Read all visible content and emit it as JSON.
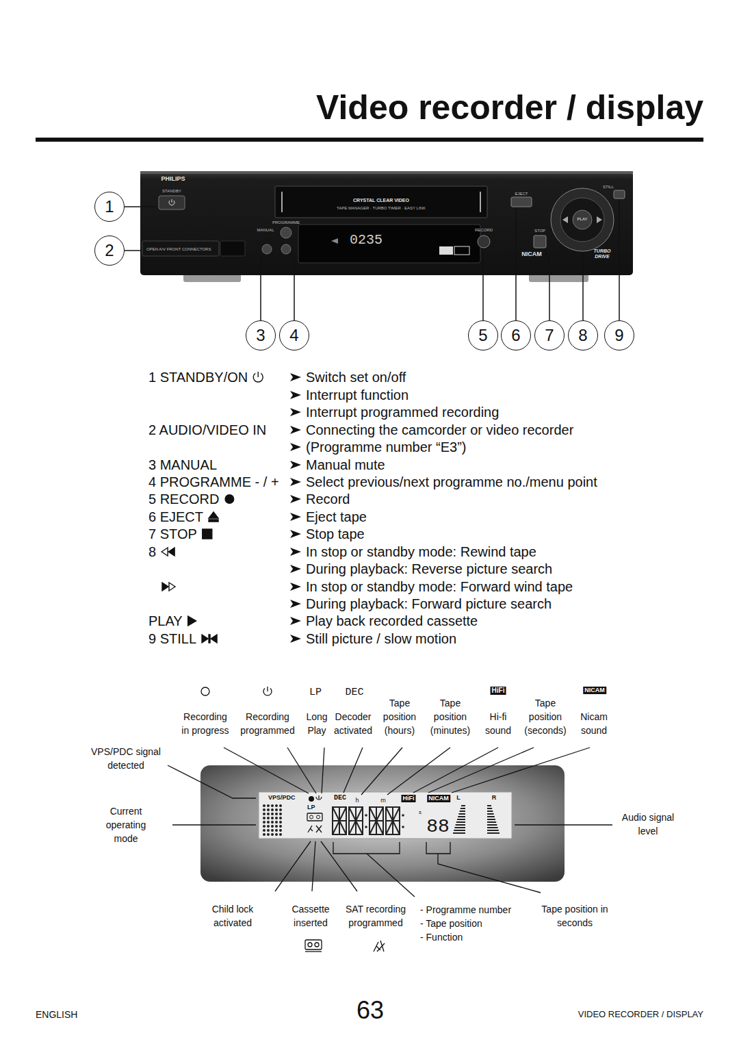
{
  "diagram": {
    "title": "Video recorder / display",
    "nodes": [
      {
        "text": [
          "1"
        ]
      },
      {
        "text": [
          "2"
        ]
      },
      {
        "text": [
          "3"
        ]
      },
      {
        "text": [
          "4"
        ]
      },
      {
        "text": [
          "5"
        ]
      },
      {
        "text": [
          "6"
        ]
      },
      {
        "text": [
          "7"
        ]
      },
      {
        "text": [
          "8"
        ]
      },
      {
        "text": [
          "9"
        ]
      }
    ],
    "edges": [],
    "labels": [
      "PHILIPS",
      "STANDBY",
      "CRYSTAL CLEAR VIDEO",
      "TAPE MANAGER · TURBO TIMER · EASY LINK",
      "PROGRAMME",
      "MANUAL",
      "0235",
      "RECORD",
      "EJECT",
      "STILL",
      "PLAY",
      "STOP",
      "NICAM",
      "TURBO DRIVE",
      "OPEN A/V FRONT CONNECTORS",
      "1 STANDBY/ON",
      "Switch set on/off",
      "Interrupt function",
      "Interrupt programmed recording",
      "2 AUDIO/VIDEO IN",
      "Connecting the camcorder or video recorder",
      "(Programme number “E3”)",
      "3 MANUAL",
      "Manual mute",
      "4 PROGRAMME - / +",
      "Select previous/next programme no./menu point",
      "5 RECORD",
      "Record",
      "6 EJECT",
      "Eject tape",
      "7 STOP",
      "Stop tape",
      "8",
      "In stop or standby mode: Rewind tape",
      "During playback: Reverse picture search",
      "In stop or standby mode: Forward wind tape",
      "During playback: Forward picture search",
      "PLAY",
      "Play back recorded cassette",
      "9 STILL",
      "Still picture / slow motion",
      "LP",
      "DEC",
      "HiFi",
      "NICAM",
      "Recording in progress",
      "Recording programmed",
      "Long Play",
      "Decoder activated",
      "Tape position (hours)",
      "Tape position (minutes)",
      "Hi-fi sound",
      "Tape position (seconds)",
      "Nicam sound",
      "VPS/PDC signal detected",
      "Current operating mode",
      "Audio signal level",
      "Child lock activated",
      "Cassette inserted",
      "SAT recording programmed",
      "- Programme number",
      "- Tape position",
      "- Function",
      "Tape position in seconds",
      "VPS/PDC",
      "DEC",
      "h",
      "m",
      "HiFi",
      "NICAM",
      "LP",
      "s",
      "88",
      "L",
      "R",
      "ENGLISH",
      "63",
      "VIDEO RECORDER / DISPLAY"
    ]
  }
}
